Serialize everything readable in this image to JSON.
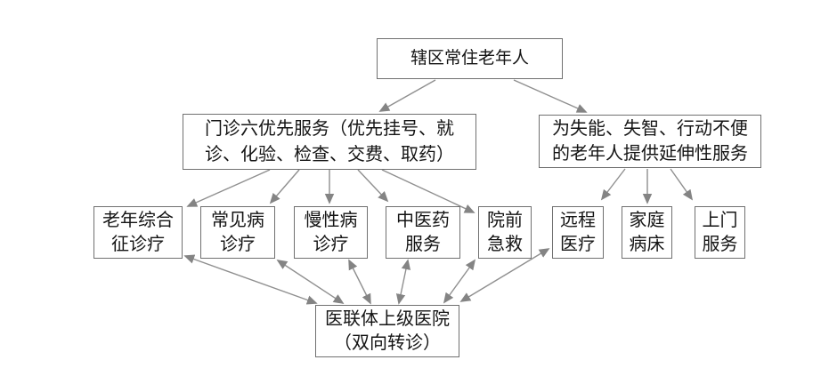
{
  "diagram": {
    "type": "flowchart",
    "background": "#ffffff",
    "colors": {
      "box_border": "#707070",
      "box_fill": "#ffffff",
      "arrow": "#8f8f8f",
      "text": "#141414"
    },
    "nodes": {
      "root": {
        "lines": [
          "辖区常住老年人"
        ]
      },
      "outpatient": {
        "lines": [
          "门诊六优先服务（优先挂号、就",
          "诊、化验、检查、交费、取药）"
        ]
      },
      "extended": {
        "lines": [
          "为失能、失智、行动不便",
          "的老年人提供延伸性服务"
        ]
      },
      "geriatric": {
        "lines": [
          "老年综合",
          "征诊疗"
        ]
      },
      "common": {
        "lines": [
          "常见病",
          "诊疗"
        ]
      },
      "chronic": {
        "lines": [
          "慢性病",
          "诊疗"
        ]
      },
      "tcm": {
        "lines": [
          "中医药",
          "服务"
        ]
      },
      "prehospital": {
        "lines": [
          "院前",
          "急救"
        ]
      },
      "telemedicine": {
        "lines": [
          "远程",
          "医疗"
        ]
      },
      "familybed": {
        "lines": [
          "家庭",
          "病床"
        ]
      },
      "homevisit": {
        "lines": [
          "上门",
          "服务"
        ]
      },
      "hospital": {
        "lines": [
          "医联体上级医院",
          "（双向转诊）"
        ]
      }
    },
    "edges": [
      {
        "from": "root",
        "to": "outpatient",
        "type": "one-way"
      },
      {
        "from": "root",
        "to": "extended",
        "type": "one-way"
      },
      {
        "from": "outpatient",
        "to": "geriatric",
        "type": "one-way"
      },
      {
        "from": "outpatient",
        "to": "common",
        "type": "one-way"
      },
      {
        "from": "outpatient",
        "to": "chronic",
        "type": "one-way"
      },
      {
        "from": "outpatient",
        "to": "tcm",
        "type": "one-way"
      },
      {
        "from": "outpatient",
        "to": "prehospital",
        "type": "one-way"
      },
      {
        "from": "extended",
        "to": "telemedicine",
        "type": "one-way"
      },
      {
        "from": "extended",
        "to": "familybed",
        "type": "one-way"
      },
      {
        "from": "extended",
        "to": "homevisit",
        "type": "one-way"
      },
      {
        "from": "geriatric",
        "to": "hospital",
        "type": "two-way"
      },
      {
        "from": "common",
        "to": "hospital",
        "type": "two-way"
      },
      {
        "from": "chronic",
        "to": "hospital",
        "type": "two-way"
      },
      {
        "from": "tcm",
        "to": "hospital",
        "type": "two-way"
      },
      {
        "from": "prehospital",
        "to": "hospital",
        "type": "two-way"
      },
      {
        "from": "telemedicine",
        "to": "hospital",
        "type": "two-way"
      }
    ]
  }
}
